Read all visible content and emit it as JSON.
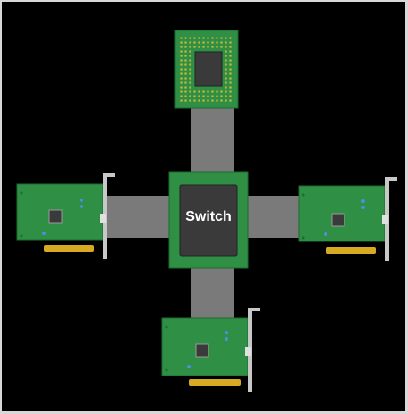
{
  "diagram": {
    "switch_label": "Switch",
    "colors": {
      "background": "#000000",
      "frame": "#d8d8d8",
      "link": "#7a7a7a",
      "board": "#2f8f45",
      "board_edge": "#1c6b30",
      "chip": "#3a3a3a",
      "chip_edge": "#222222",
      "cpu_pins": "#b9b43a",
      "gold_fingers": "#d8aa22",
      "bracket": "#c8c8c8",
      "led": "#4a8fe0",
      "text": "#ffffff"
    },
    "nodes": [
      {
        "role": "cpu",
        "icon": "cpu-chip-icon"
      },
      {
        "role": "switch",
        "icon": "switch-chip-icon"
      },
      {
        "role": "card",
        "icon": "expansion-card-icon",
        "side": "left"
      },
      {
        "role": "card",
        "icon": "expansion-card-icon",
        "side": "right"
      },
      {
        "role": "card",
        "icon": "expansion-card-icon",
        "side": "bottom"
      }
    ]
  }
}
